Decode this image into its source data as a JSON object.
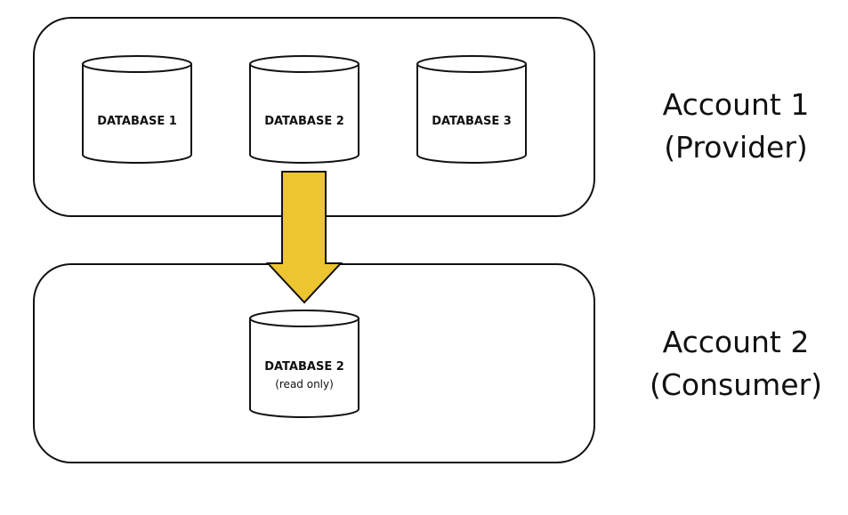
{
  "colors": {
    "outline": "#111111",
    "arrow_fill": "#edc531",
    "background": "#ffffff"
  },
  "accounts": [
    {
      "title": "Account 1",
      "role": "(Provider)"
    },
    {
      "title": "Account 2",
      "role": "(Consumer)"
    }
  ],
  "provider_databases": [
    {
      "label": "DATABASE 1"
    },
    {
      "label": "DATABASE 2"
    },
    {
      "label": "DATABASE 3"
    }
  ],
  "consumer_database": {
    "label": "DATABASE 2",
    "note": "(read only)"
  },
  "arrow": {
    "from": "provider_databases.1",
    "to": "consumer_database",
    "icon": "down-arrow-icon"
  }
}
